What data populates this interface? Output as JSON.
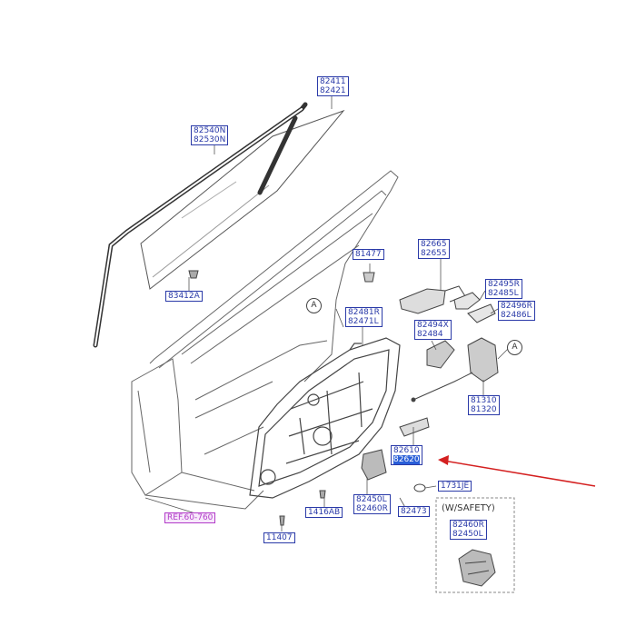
{
  "labels": {
    "p82411": [
      "82411",
      "82421"
    ],
    "p82540": [
      "82540N",
      "82530N"
    ],
    "p83412": [
      "83412A"
    ],
    "p81477": [
      "81477"
    ],
    "p82665": [
      "82665",
      "82655"
    ],
    "p82495": [
      "82495R",
      "82485L"
    ],
    "p82496": [
      "82496R",
      "82486L"
    ],
    "p82494": [
      "82494X",
      "82484"
    ],
    "p82481": [
      "82481R",
      "82471L"
    ],
    "p81310": [
      "81310",
      "81320"
    ],
    "p82610": [
      "82610",
      "82620"
    ],
    "p1731": [
      "1731JE"
    ],
    "p82450": [
      "82450L",
      "82460R"
    ],
    "p82473": [
      "82473"
    ],
    "p1416": [
      "1416AB"
    ],
    "p11407": [
      "11407"
    ],
    "p82460": [
      "82460R",
      "82450L"
    ],
    "ref": "REF.60-760",
    "safety": "(W/SAFETY)",
    "circleA": "A"
  },
  "colors": {
    "label_border": "#2a3aa8",
    "highlight": "#2a5fd8",
    "ref": "#b23cc8",
    "arrow": "#d42020"
  }
}
